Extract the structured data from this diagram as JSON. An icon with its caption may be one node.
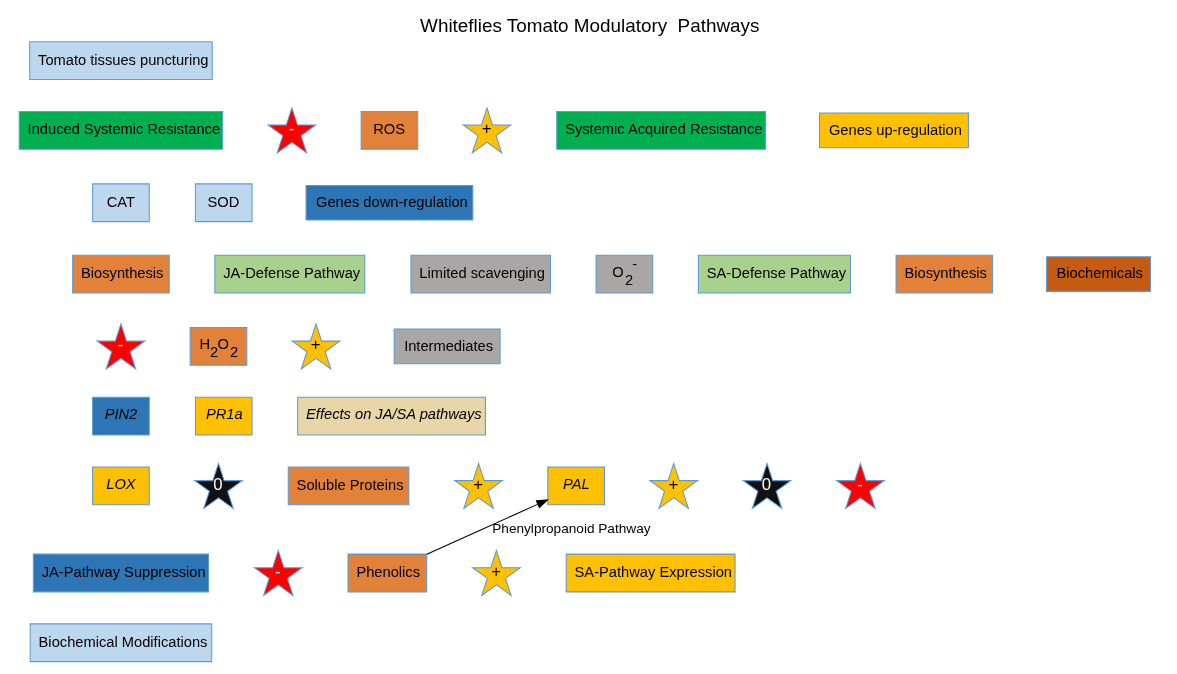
{
  "diagram": {
    "title": "Whiteflies Tomato Modulatory  Pathways",
    "nodes": [
      {
        "text": [
          "Tomato tissues puncturing"
        ]
      },
      {
        "text": [
          "ROS"
        ]
      },
      {
        "text": [
          "-"
        ]
      },
      {
        "text": [
          "+"
        ]
      },
      {
        "text": [
          "Induced Systemic Resistance"
        ]
      },
      {
        "text": [
          "Systemic Acquired Resistance"
        ]
      },
      {
        "text": [
          "CAT"
        ]
      },
      {
        "text": [
          "SOD"
        ]
      },
      {
        "text": [
          "JA-Defense Pathway"
        ]
      },
      {
        "text": [
          "Limited scavenging"
        ]
      },
      {
        "text": [
          "O$_{2}$$^{-}$"
        ]
      },
      {
        "text": [
          "SA-Defense Pathway"
        ]
      },
      {
        "text": [
          "Biosynthesis"
        ]
      },
      {
        "text": [
          "Biosynthesis"
        ]
      },
      {
        "text": [
          "-"
        ]
      },
      {
        "text": [
          "H$_{2}$O$_{2}$"
        ]
      },
      {
        "text": [
          "+"
        ]
      },
      {
        "text": [
          "PIN2"
        ]
      },
      {
        "text": [
          "PR1a"
        ]
      },
      {
        "text": [
          "LOX"
        ]
      },
      {
        "text": [
          "PAL"
        ]
      },
      {
        "text": [
          "0"
        ]
      },
      {
        "text": [
          "Soluble Proteins"
        ]
      },
      {
        "text": [
          "+"
        ]
      },
      {
        "text": [
          "-"
        ]
      },
      {
        "text": [
          "Phenolics"
        ]
      },
      {
        "text": [
          "+"
        ]
      },
      {
        "text": [
          "JA-Pathway Suppression"
        ]
      },
      {
        "text": [
          "SA-Pathway Expression"
        ]
      },
      {
        "text": [
          "Biochemical Modifications"
        ]
      },
      {
        "text": [
          "Effects on JA/SA pathways"
        ]
      },
      {
        "text": [
          "+"
        ]
      },
      {
        "text": [
          "0"
        ]
      },
      {
        "text": [
          "-"
        ]
      }
    ],
    "edges": [
      {
        "from": 25,
        "to": 20,
        "arrow": "to",
        "label": "Phenylpropanoid Pathway"
      }
    ],
    "legend": [
      {
        "text": "Genes up-regulation",
        "color": "#ffc000"
      },
      {
        "text": "Genes down-regulation",
        "color": "#2e75b6"
      },
      {
        "text": "Biochemicals",
        "color": "#c55a11"
      },
      {
        "text": "Intermediates",
        "color": "#aaa6a6"
      }
    ]
  }
}
